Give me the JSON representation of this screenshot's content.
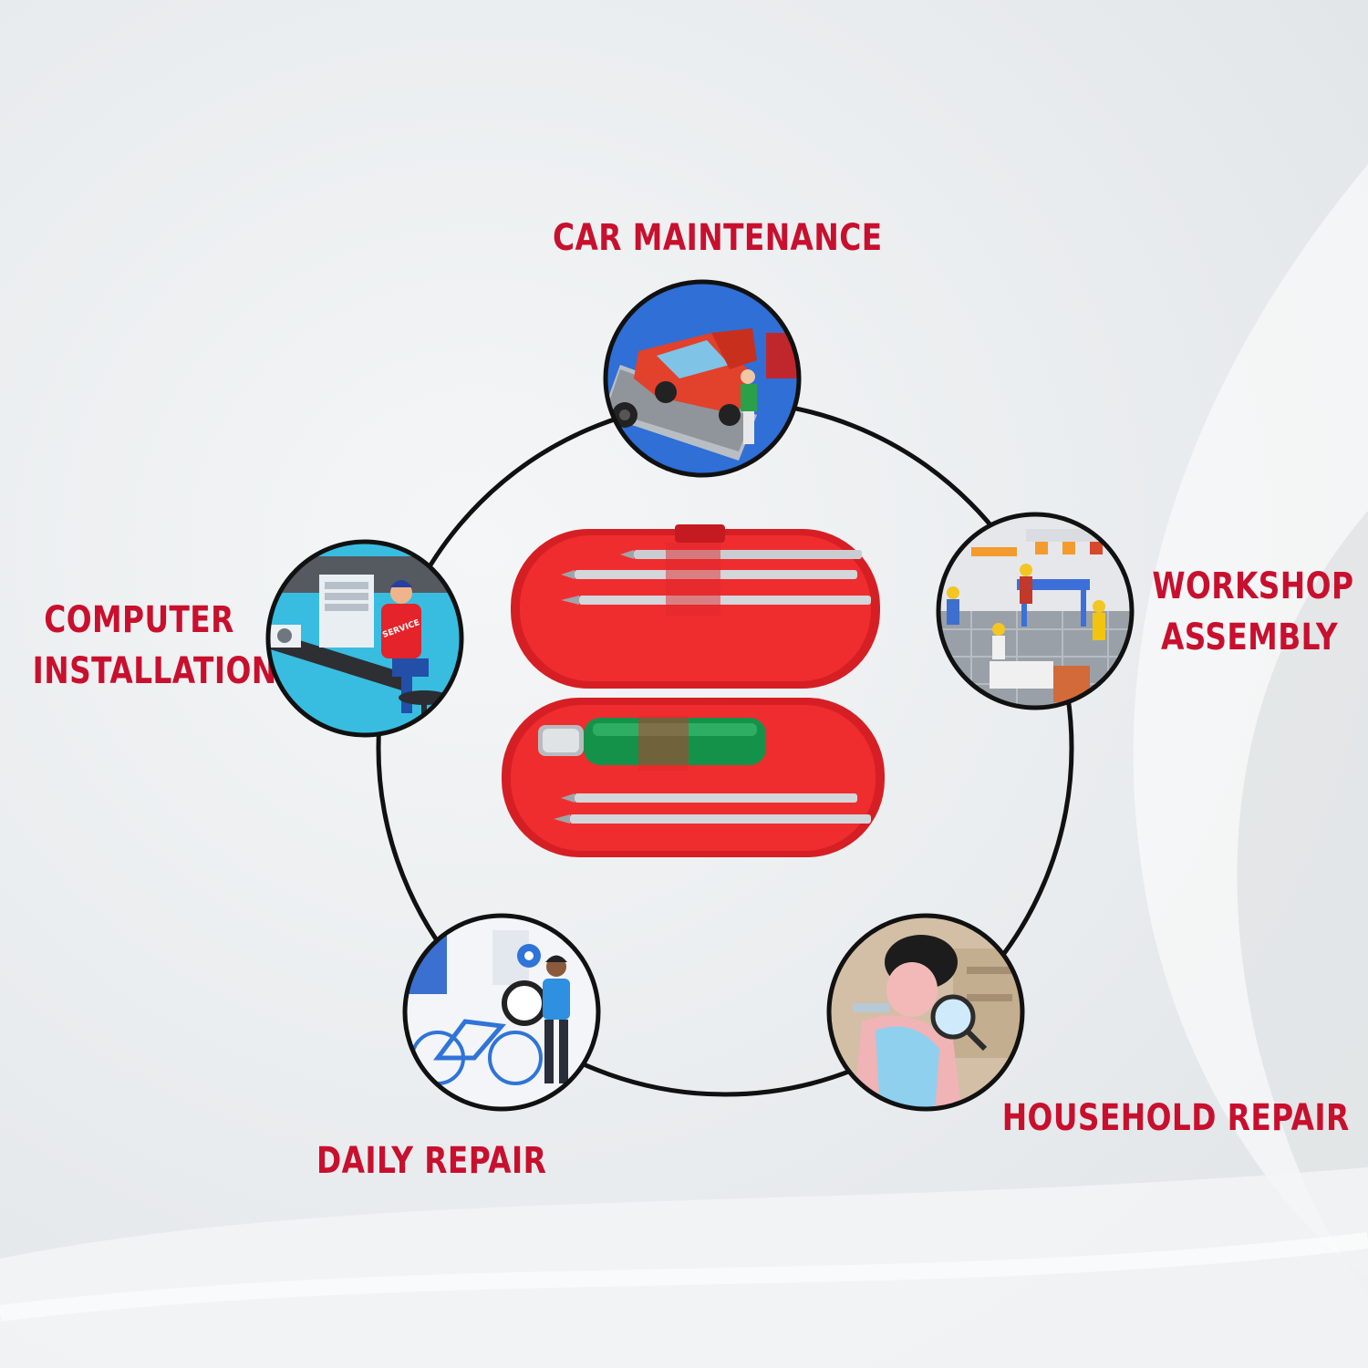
{
  "use_cases": {
    "car_maintenance": "CAR MAINTENANCE",
    "workshop_assembly_line1": "WORKSHOP",
    "workshop_assembly_line2": "ASSEMBLY",
    "computer_installation_line1": "COMPUTER",
    "computer_installation_line2": "INSTALLATION",
    "daily_repair": "DAILY REPAIR",
    "household_repair": "HOUSEHOLD REPAIR"
  },
  "computer_scene": {
    "shirt_text": "SERVICE"
  },
  "colors": {
    "label_red": "#c8102e",
    "case_red": "#e8252b",
    "handle_green": "#15924a",
    "ring_black": "#111111"
  }
}
